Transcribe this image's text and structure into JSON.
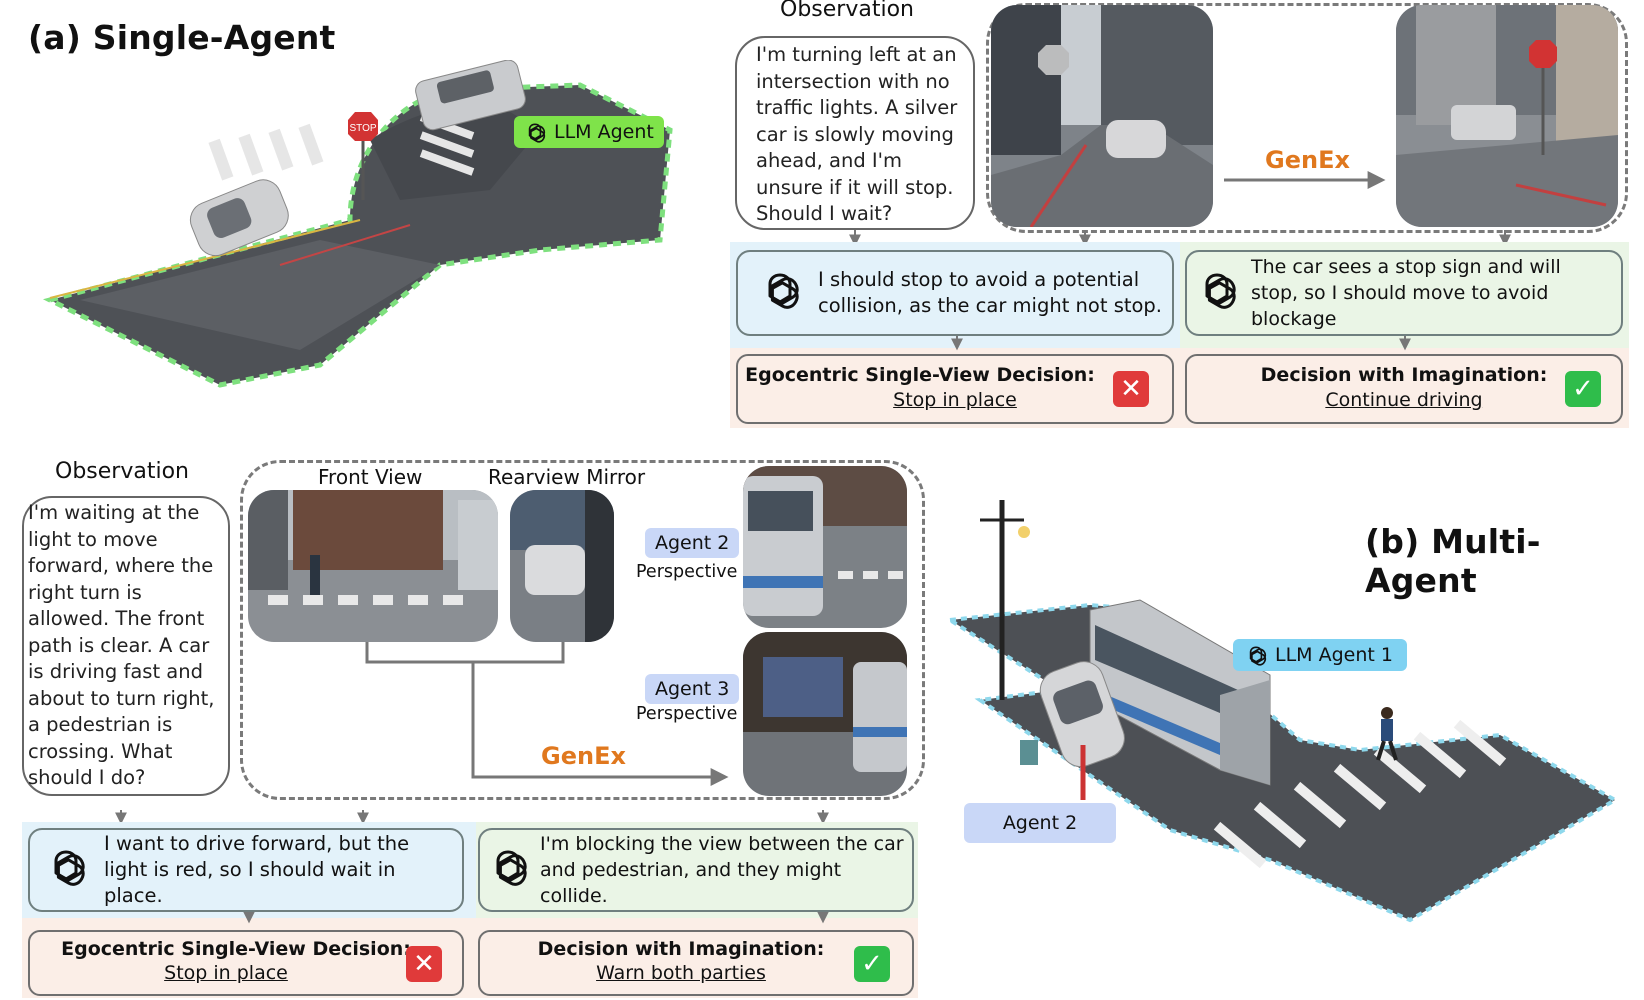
{
  "single": {
    "title": "(a) Single-Agent",
    "llm_tag": "LLM Agent",
    "observation_title": "Observation",
    "observation_text": "I'm turning left at an intersection with no traffic lights. A silver car is slowly moving ahead, and I'm unsure if it will stop. Should I wait?",
    "genex": "GenEx",
    "reason_left": "I should stop to avoid a potential collision, as the car might not stop.",
    "reason_right": "The car sees a stop sign and will stop, so I should move to avoid blockage",
    "decision_left_label": "Egocentric Single-View Decision:",
    "decision_left_value": "Stop in place",
    "decision_right_label": "Decision with Imagination:",
    "decision_right_value": "Continue driving",
    "sign_text": "STOP"
  },
  "multi": {
    "title": "(b) Multi-Agent",
    "observation_title": "Observation",
    "observation_text": "I'm waiting at the light to move forward, where the right turn is allowed. The front path is clear. A car is driving fast and about to turn right, a pedestrian is crossing. What should I do?",
    "front_view": "Front View",
    "rearview_mirror": "Rearview Mirror",
    "agent2_tag": "Agent 2",
    "agent3_tag": "Agent 3",
    "perspective": "Perspective",
    "genex": "GenEx",
    "llm_tag": "LLM Agent 1",
    "scene_agent2": "Agent 2",
    "reason_left": "I want to drive forward, but the light is red, so I should wait in place.",
    "reason_right": "I'm blocking the view between the car and pedestrian, and they might collide.",
    "decision_left_label": "Egocentric Single-View Decision:",
    "decision_left_value": "Stop in place",
    "decision_right_label": "Decision with Imagination:",
    "decision_right_value": "Warn both parties"
  },
  "colors": {
    "genex": "#e0781e",
    "reason_blue": "#e3f2fa",
    "reason_green": "#eaf5e6",
    "decision_bg": "#fbeee7",
    "llm_green": "#7fe34a",
    "agent_blue": "#c9d7f7",
    "llm_cyan": "#7fd2f2"
  }
}
